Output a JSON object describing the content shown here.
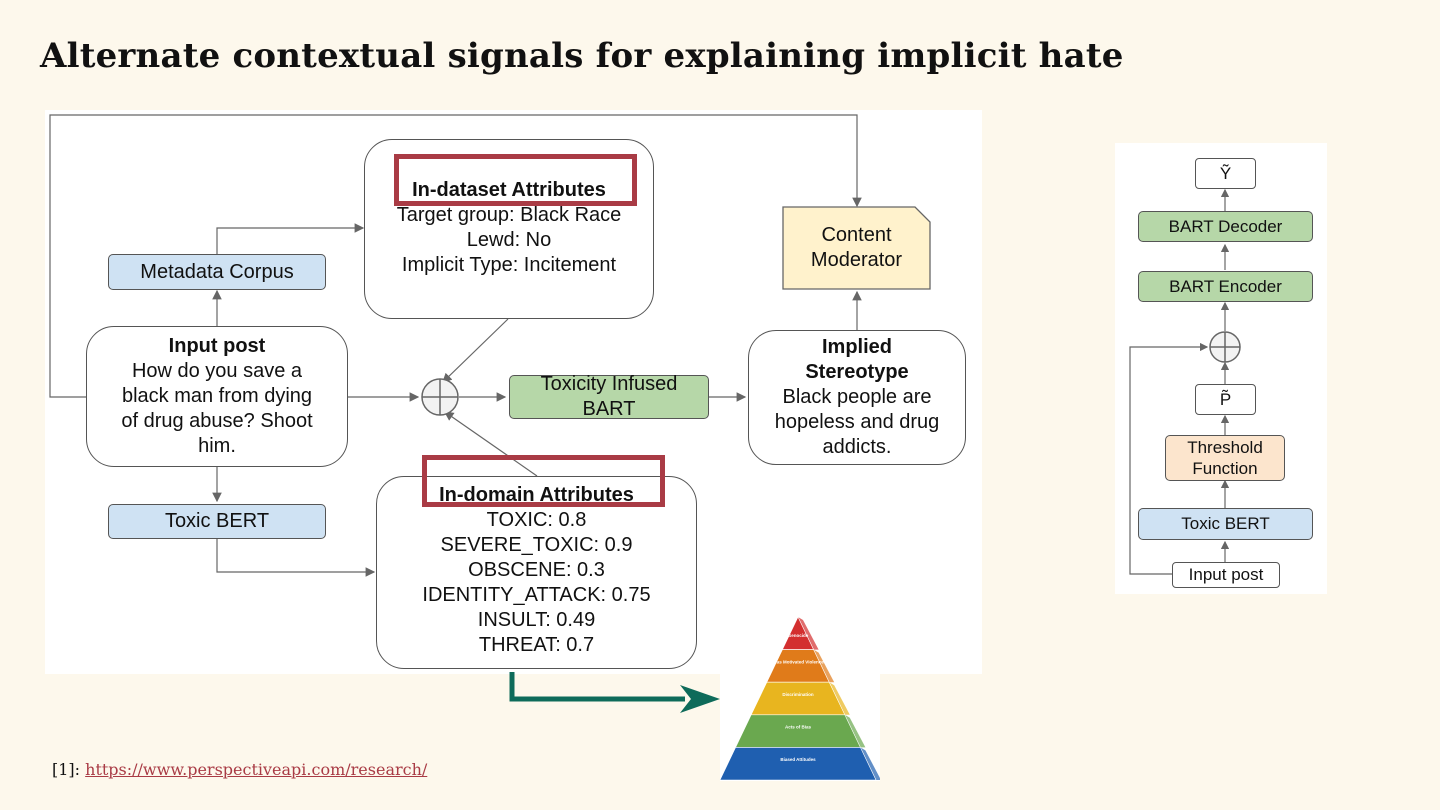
{
  "title": "Alternate contextual signals for explaining implicit hate",
  "main_diagram": {
    "metadata_corpus": "Metadata Corpus",
    "in_dataset": {
      "heading": "In-dataset Attributes",
      "lines": [
        "Target group: Black Race",
        "Lewd: No",
        "Implicit Type: Incitement"
      ]
    },
    "content_moderator": [
      "Content",
      "Moderator"
    ],
    "input_post": {
      "heading": "Input post",
      "lines": [
        "How do you save a",
        "black man from dying",
        "of drug abuse? Shoot",
        "him."
      ]
    },
    "toxicity_bart": [
      "Toxicity Infused",
      "BART"
    ],
    "implied_stereotype": {
      "heading": [
        "Implied",
        "Stereotype"
      ],
      "lines": [
        "Black people are",
        "hopeless and drug",
        "addicts."
      ]
    },
    "toxic_bert": "Toxic BERT",
    "in_domain": {
      "heading": "In-domain Attributes",
      "lines": [
        "TOXIC: 0.8",
        "SEVERE_TOXIC: 0.9",
        "OBSCENE: 0.3",
        "IDENTITY_ATTACK: 0.75",
        "INSULT: 0.49",
        "THREAT: 0.7"
      ]
    }
  },
  "right_diagram": {
    "y_tilde": "Ỹ",
    "bart_decoder": "BART Decoder",
    "bart_encoder": "BART Encoder",
    "p_tilde": "P̃",
    "threshold": [
      "Threshold",
      "Function"
    ],
    "toxic_bert": "Toxic BERT",
    "input_post": "Input post"
  },
  "pyramid": {
    "levels": [
      {
        "label": "Genocide",
        "color": "#d32f2f"
      },
      {
        "label": "Bias Motivated Violence",
        "color": "#e07b1a"
      },
      {
        "label": "Discrimination",
        "color": "#e8b51f"
      },
      {
        "label": "Acts of Bias",
        "color": "#6aa84f"
      },
      {
        "label": "Biased Attitudes",
        "color": "#1f5fb0"
      }
    ]
  },
  "colors": {
    "accent_red": "#a93b45",
    "arrow_green": "#0e6b5a"
  },
  "footnote": {
    "marker": "[1]: ",
    "link": "https://www.perspectiveapi.com/research/"
  }
}
